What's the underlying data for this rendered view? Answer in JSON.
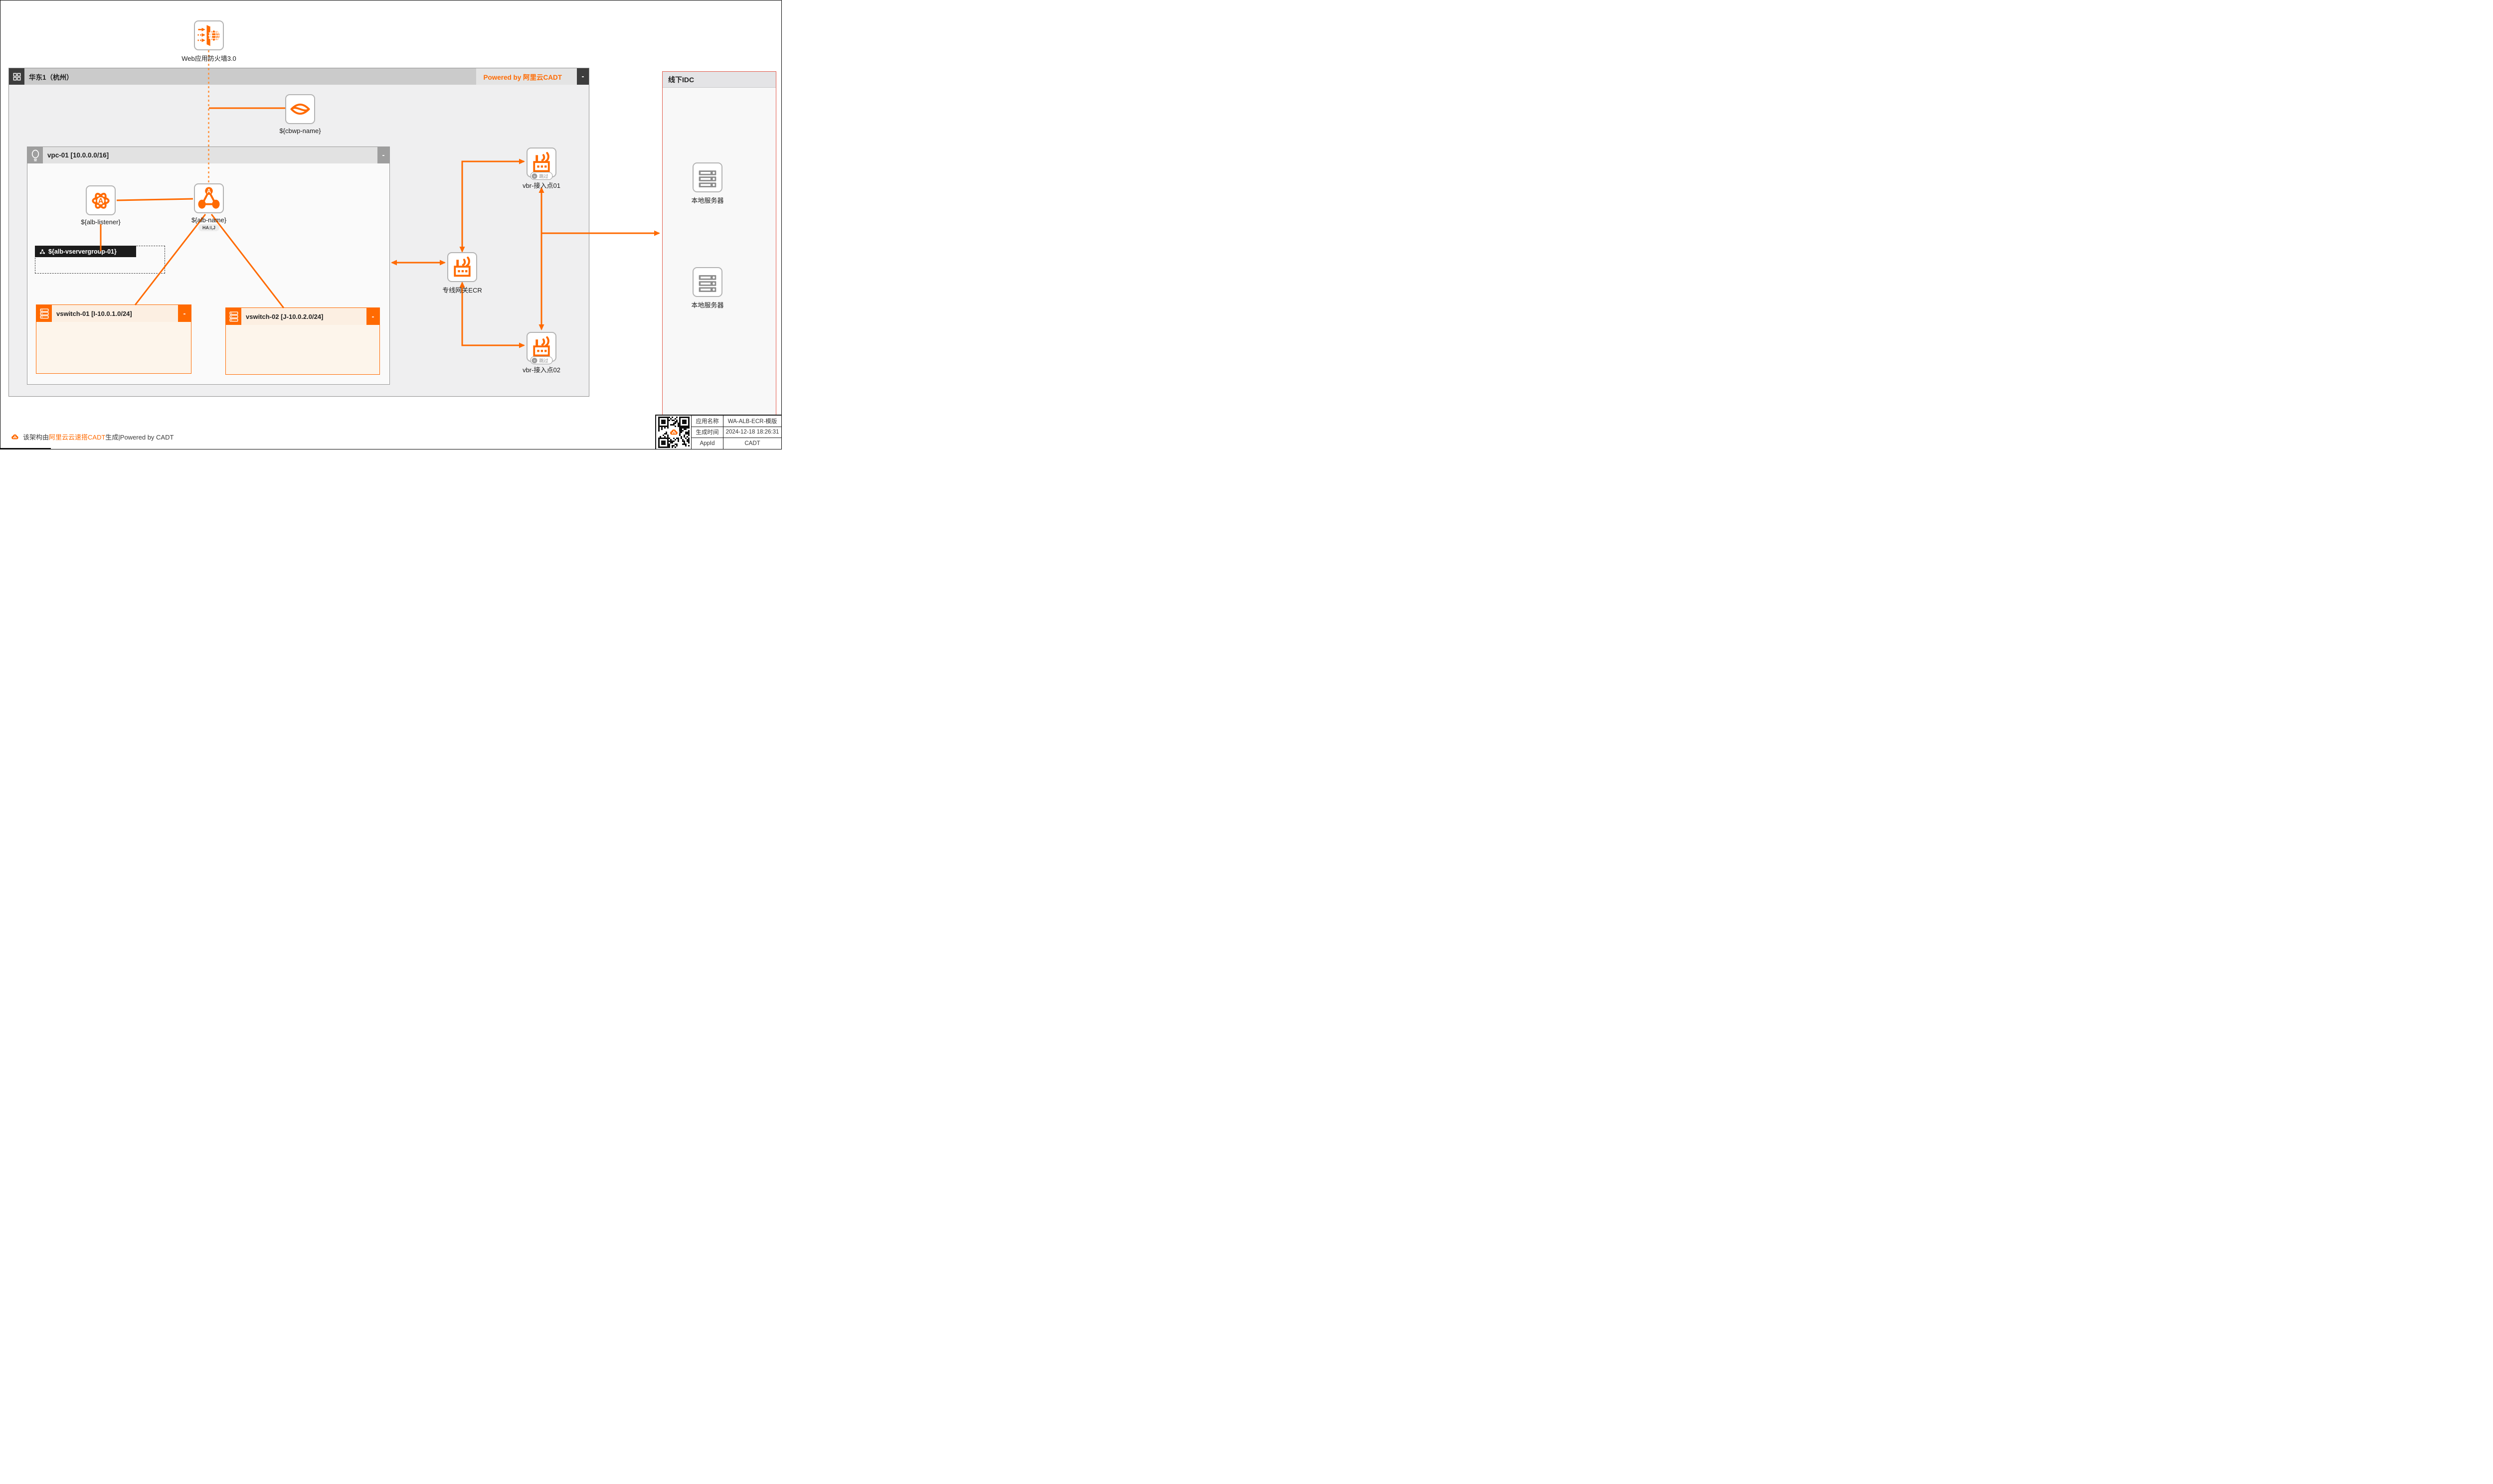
{
  "colors": {
    "accent": "#ff6a00",
    "idc_border": "#e25a4b"
  },
  "waf": {
    "label": "Web应用防火墙3.0"
  },
  "cbwp": {
    "label": "${cbwp-name}"
  },
  "region": {
    "title": "华东1（杭州）",
    "powered_by": "Powered by 阿里云CADT",
    "collapse_label": "-"
  },
  "vpc": {
    "title": "vpc-01 [10.0.0.0/16]",
    "collapse_label": "-"
  },
  "alb_listener": {
    "label": "${alb-listener}"
  },
  "alb": {
    "label": "${alb-name}",
    "ha_badge": "HA:I,J"
  },
  "vservergroup": {
    "label": "${alb-vservergroup-01}"
  },
  "vswitch1": {
    "title": "vswitch-01 [I-10.0.1.0/24]",
    "collapse_label": "-"
  },
  "vswitch2": {
    "title": "vswitch-02 [J-10.0.2.0/24]",
    "collapse_label": "-"
  },
  "ecr": {
    "label": "专线网关ECR"
  },
  "vbr1": {
    "label": "vbr-接入点01",
    "badge": "跳过",
    "badge_icon": "»"
  },
  "vbr2": {
    "label": "vbr-接入点02",
    "badge": "跳过",
    "badge_icon": "»"
  },
  "idc": {
    "title": "线下IDC",
    "servers": [
      "本地服务器",
      "本地服务器"
    ]
  },
  "footer": {
    "prefix": "该架构由",
    "brand": "阿里云云速搭CADT",
    "suffix": "生成|Powered by CADT"
  },
  "info_table": {
    "rows": [
      {
        "label": "应用名称",
        "value": "WA-ALB-ECR-模版"
      },
      {
        "label": "生成时间",
        "value": "2024-12-18 18:26:31"
      },
      {
        "label": "AppId",
        "value": "CADT"
      }
    ]
  }
}
